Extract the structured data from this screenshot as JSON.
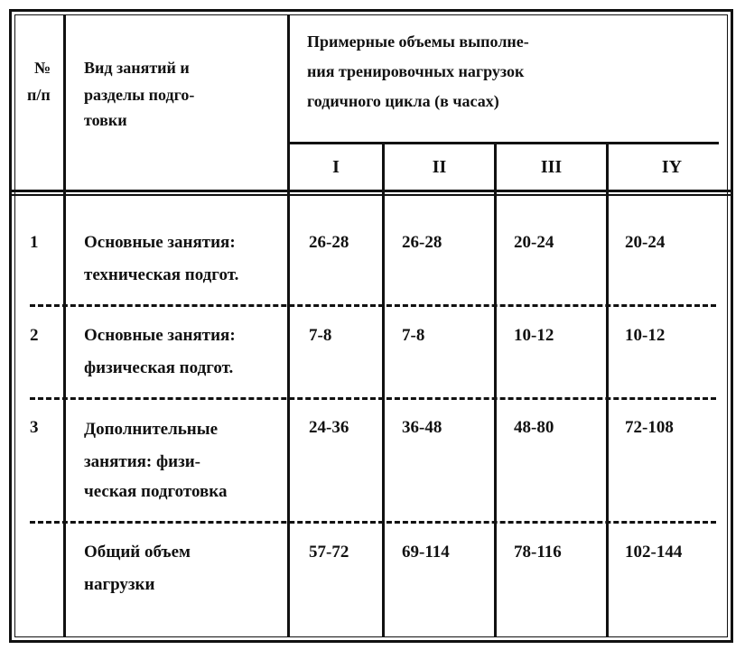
{
  "table": {
    "header": {
      "num": [
        "№",
        "п/п"
      ],
      "kind": [
        "Вид занятий и",
        "разделы подго-",
        "товки"
      ],
      "volumes": [
        "Примерные объемы  выполне-",
        "ния тренировочных нагрузок",
        "годичного  цикла (в часах)"
      ],
      "years": [
        "I",
        "II",
        "III",
        "IY"
      ]
    },
    "rows": [
      {
        "num": "1",
        "label": [
          "Основные занятия:",
          "техническая подгот."
        ],
        "values": [
          "26-28",
          "26-28",
          "20-24",
          "20-24"
        ]
      },
      {
        "num": "2",
        "label": [
          "Основные занятия:",
          "физическая подгот."
        ],
        "values": [
          "7-8",
          "7-8",
          "10-12",
          "10-12"
        ]
      },
      {
        "num": "3",
        "label": [
          "Дополнительные",
          "занятия: физи-",
          "ческая подготовка"
        ],
        "values": [
          "24-36",
          "36-48",
          "48-80",
          "72-108"
        ]
      },
      {
        "num": "",
        "label": [
          "Общий объем",
          "нагрузки"
        ],
        "values": [
          "57-72",
          "69-114",
          "78-116",
          "102-144"
        ]
      }
    ]
  }
}
